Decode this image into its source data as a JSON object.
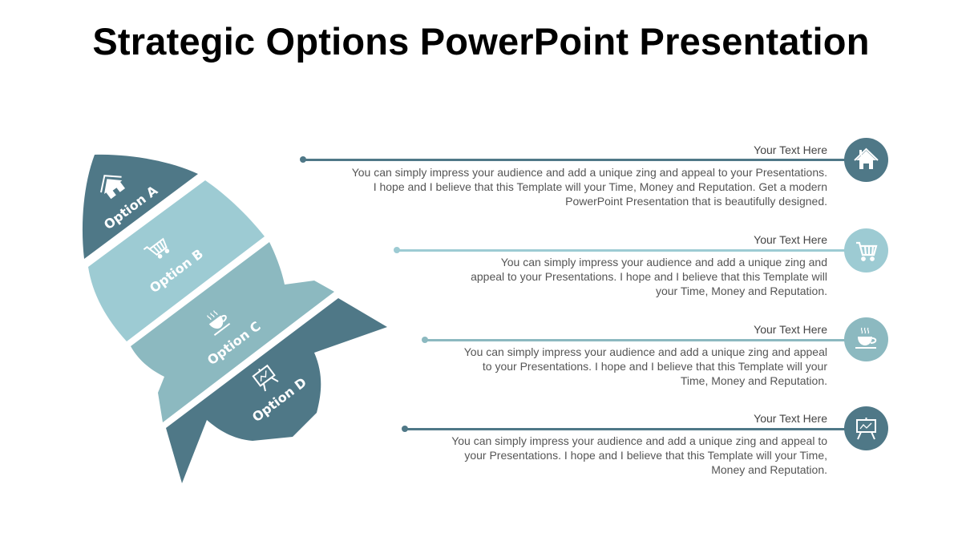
{
  "title": "Strategic Options PowerPoint Presentation",
  "colors": {
    "dark": "#4f7887",
    "light": "#9dcbd3",
    "mid": "#8cb9c0",
    "text": "#555555"
  },
  "rocket": {
    "segments": [
      {
        "label": "Option A",
        "icon": "house-icon"
      },
      {
        "label": "Option B",
        "icon": "shopping-cart-icon"
      },
      {
        "label": "Option C",
        "icon": "coffee-cup-icon"
      },
      {
        "label": "Option D",
        "icon": "presentation-board-icon"
      }
    ]
  },
  "items": [
    {
      "heading": "Your Text Here",
      "text": "You can simply impress your audience and add a unique zing and appeal to your Presentations.\nI hope and I believe that this Template will your Time, Money and Reputation. Get a modern\nPowerPoint  Presentation that is beautifully designed.",
      "icon": "house-icon"
    },
    {
      "heading": "Your Text Here",
      "text": "You can simply impress your audience and add a unique zing and\nappeal to your Presentations.  I hope and I believe that this Template will\nyour Time, Money and Reputation.",
      "icon": "shopping-cart-icon"
    },
    {
      "heading": "Your Text Here",
      "text": "You can simply impress your audience and add a unique zing and appeal\nto your Presentations.  I hope and I believe that this Template will your\nTime, Money and Reputation.",
      "icon": "coffee-cup-icon"
    },
    {
      "heading": "Your Text Here",
      "text": "You can simply impress your audience and add a unique zing and appeal to\nyour Presentations.  I hope and I believe that this Template will your Time,\nMoney and Reputation.",
      "icon": "presentation-board-icon"
    }
  ]
}
